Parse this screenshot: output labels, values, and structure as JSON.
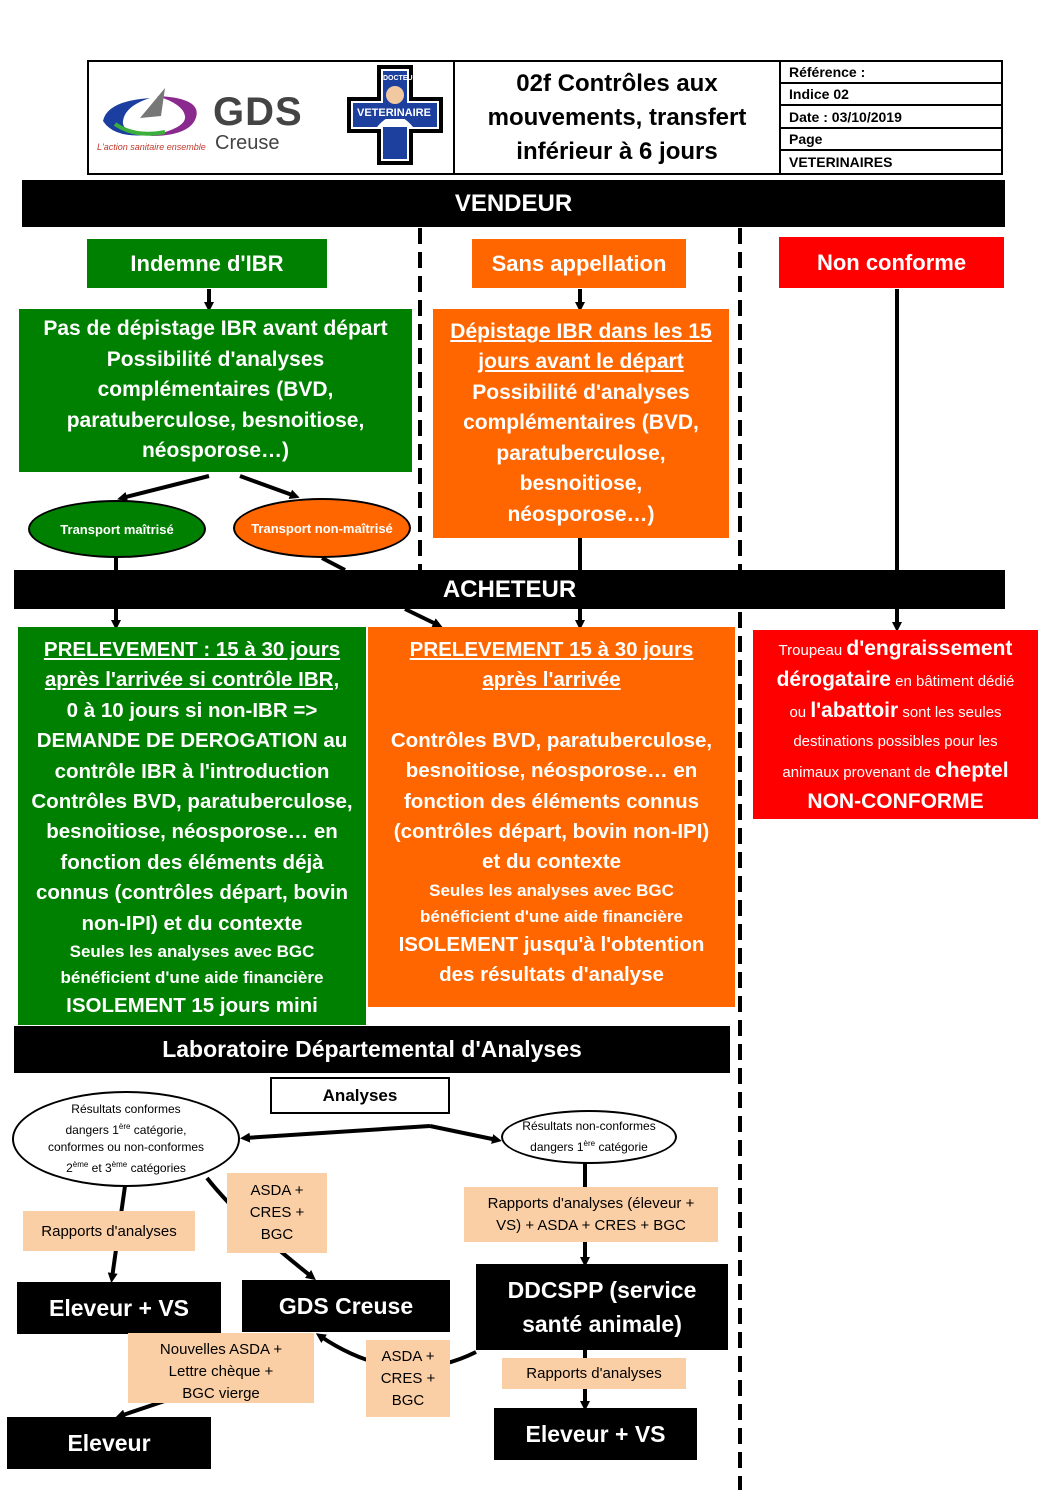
{
  "header": {
    "logo_gds": {
      "line1": "GDS",
      "line2": "Creuse",
      "tagline": "L'action sanitaire ensemble"
    },
    "logo_vet": {
      "top": "DOCTEUR",
      "main": "VETERINAIRE"
    },
    "title_lines": [
      "02f Contrôles aux",
      "mouvements, transfert",
      "inférieur à 6 jours"
    ],
    "info": [
      "Référence :",
      "Indice 02",
      "Date : 03/10/2019",
      "Page",
      "VETERINAIRES"
    ]
  },
  "vendeur_bar": "VENDEUR",
  "acheteur_bar": "ACHETEUR",
  "labo_bar": "Laboratoire Départemental d'Analyses",
  "status": {
    "indemne": "Indemne d'IBR",
    "sans": "Sans appellation",
    "nonconforme": "Non conforme"
  },
  "green_box_lines": [
    "Pas de dépistage IBR avant départ",
    "Possibilité d'analyses",
    "complémentaires (BVD,",
    "paratuberculose, besnoitiose,",
    "néosporose…)"
  ],
  "orange_box": {
    "underlined": [
      "Dépistage IBR dans les 15",
      "jours avant le départ"
    ],
    "lines": [
      "Possibilité d'analyses",
      "complémentaires (BVD,",
      "paratuberculose,",
      "besnoitiose,",
      "néosporose…)"
    ]
  },
  "transport": {
    "maitrise": "Transport maîtrisé",
    "non_maitrise": "Transport non-maîtrisé"
  },
  "green_prelev": {
    "underlined": [
      "PRELEVEMENT : 15 à 30 jours",
      "après l'arrivée si contrôle IBR,"
    ],
    "lines": [
      "0 à 10 jours si non-IBR =>",
      "DEMANDE DE DEROGATION au",
      "contrôle IBR à l'introduction",
      "Contrôles BVD, paratuberculose,",
      "besnoitiose, néosporose… en",
      "fonction des éléments déjà",
      "connus (contrôles départ, bovin",
      "non-IPI) et du contexte"
    ],
    "small": [
      "Seules les analyses avec BGC",
      "bénéficient d'une aide financière"
    ],
    "last": "ISOLEMENT 15 jours mini"
  },
  "orange_prelev": {
    "underlined": [
      "PRELEVEMENT 15 à 30 jours",
      "après l'arrivée"
    ],
    "lines": [
      "Contrôles BVD, paratuberculose,",
      "besnoitiose, néosporose… en",
      "fonction des éléments connus",
      "(contrôles départ, bovin non-IPI)",
      "et du contexte"
    ],
    "small": [
      "Seules les analyses avec BGC",
      "bénéficient d'une aide financière"
    ],
    "last": [
      "ISOLEMENT jusqu'à l'obtention",
      "des résultats d'analyse"
    ]
  },
  "red_dest": {
    "l1a": "Troupeau ",
    "l1b": "d'engraissement",
    "l2a": "dérogataire",
    "l2b": " en bâtiment dédié",
    "l3a": "ou ",
    "l3b": "l'abattoir",
    "l3c": " sont les seules",
    "l4": "destinations possibles pour les",
    "l5a": "animaux provenant de ",
    "l5b": "cheptel",
    "l6": "NON-CONFORME"
  },
  "analyses": "Analyses",
  "ellipse_conformes": {
    "l1": "Résultats conformes",
    "l2a": "dangers 1",
    "l2sup": "ère",
    "l2b": " catégorie,",
    "l3": "conformes ou non-conformes",
    "l4a": "2",
    "l4sup1": "ème",
    "l4b": " et 3",
    "l4sup2": "ème",
    "l4c": " catégories"
  },
  "ellipse_nonconformes": {
    "l1": "Résultats non-conformes",
    "l2a": "dangers 1",
    "l2sup": "ère",
    "l2b": " catégorie"
  },
  "peach": {
    "rapports_left": "Rapports d'analyses",
    "asda_top": [
      "ASDA +",
      "CRES +",
      "BGC"
    ],
    "rapports_right": [
      "Rapports d'analyses (éleveur +",
      "VS) + ASDA + CRES + BGC"
    ],
    "nouvelles": [
      "Nouvelles ASDA +",
      "Lettre chèque +",
      "BGC vierge"
    ],
    "asda_bottom": [
      "ASDA +",
      "CRES +",
      "BGC"
    ],
    "rapports_ddcspp": "Rapports d'analyses"
  },
  "black_boxes": {
    "eleveur_vs_left": "Eleveur + VS",
    "gds": "GDS Creuse",
    "ddcspp": [
      "DDCSPP (service",
      "santé animale)"
    ],
    "eleveur": "Eleveur",
    "eleveur_vs_right": "Eleveur + VS"
  },
  "colors": {
    "green": "#008000",
    "orange": "#ff6600",
    "red": "#ff0000",
    "black": "#000000",
    "peach": "#fbcfa6"
  }
}
